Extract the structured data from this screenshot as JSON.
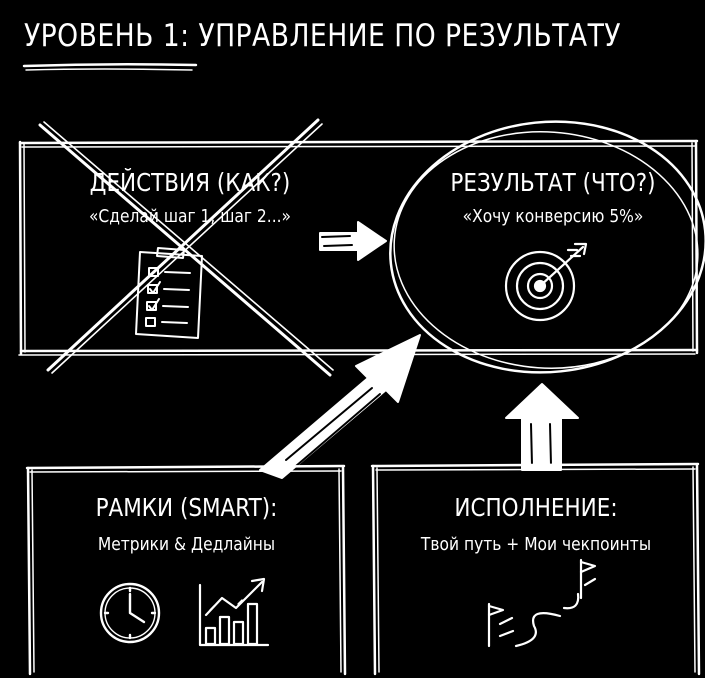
{
  "title": "УРОВЕНЬ 1: УПРАВЛЕНИЕ ПО РЕЗУЛЬТАТУ",
  "actions": {
    "heading": "ДЕЙСТВИЯ (КАК?)",
    "subtext": "«Сделай шаг 1, шаг 2...»",
    "icon": "checklist-icon",
    "status": "crossed-out"
  },
  "result": {
    "heading": "РЕЗУЛЬТАТ (ЧТО?)",
    "subtext": "«Хочу конверсию 5%»",
    "icon": "target-icon",
    "status": "circled"
  },
  "frames": {
    "heading": "РАМКИ (SMART):",
    "subtext": "Метрики & Дедлайны",
    "icons": [
      "clock-icon",
      "growth-chart-icon"
    ]
  },
  "execution": {
    "heading": "ИСПОЛНЕНИЕ:",
    "subtext": "Твой путь + Мои чекпоинты",
    "icon": "path-flags-icon"
  },
  "colors": {
    "background": "#000000",
    "ink": "#ffffff"
  }
}
